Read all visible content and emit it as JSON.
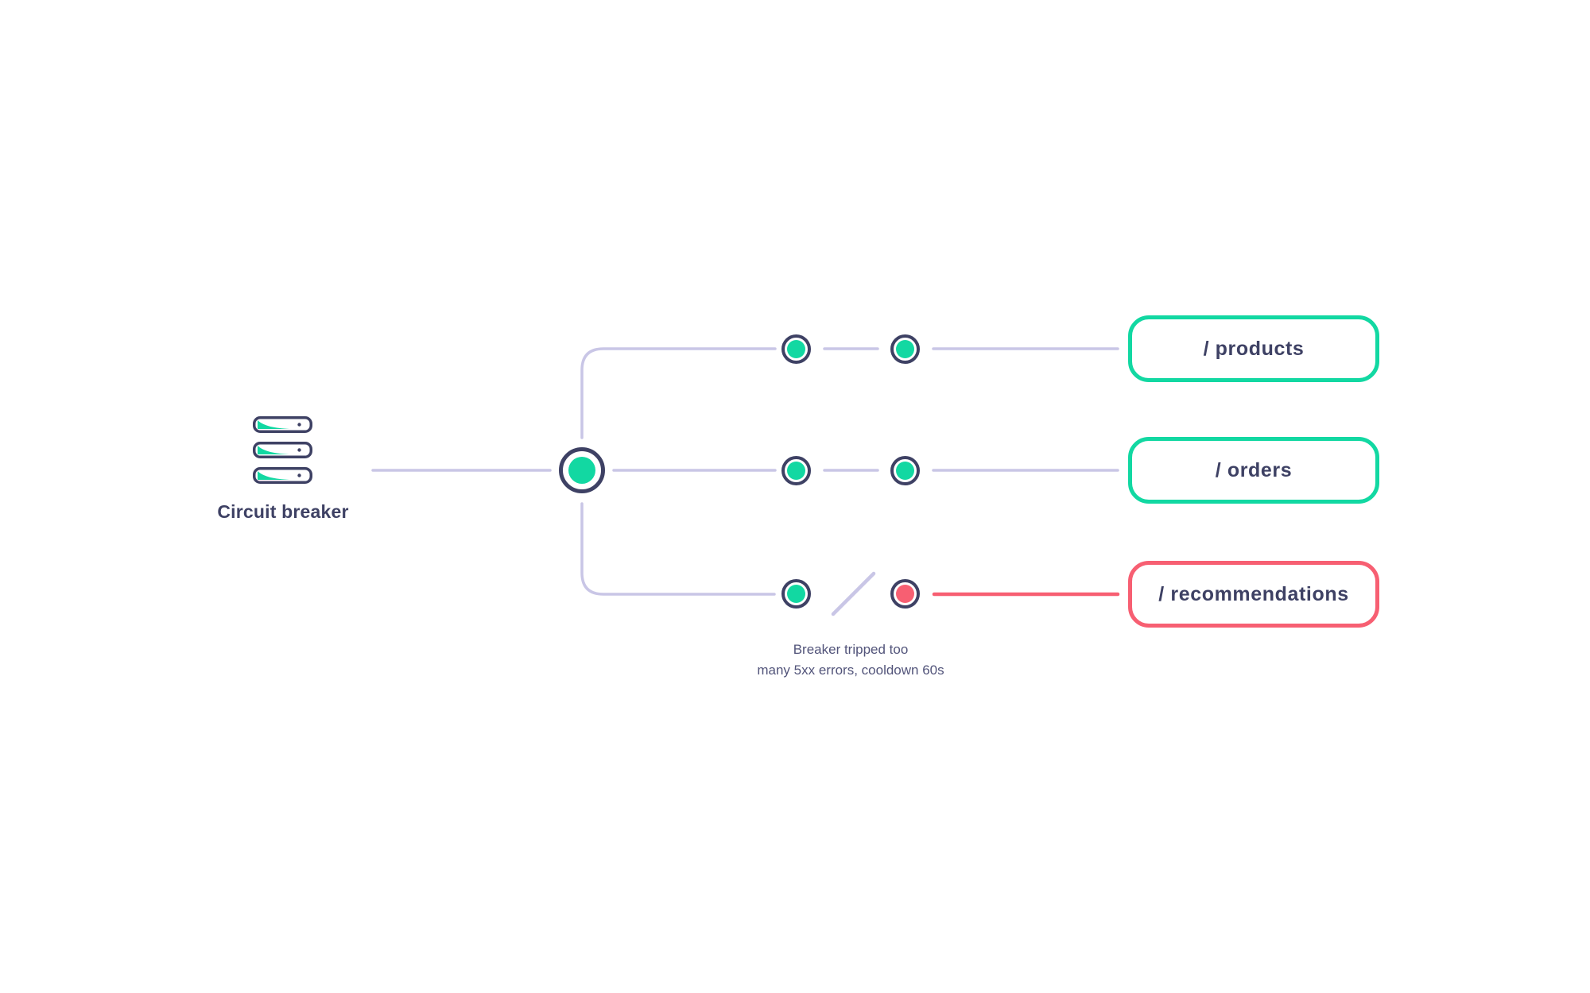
{
  "diagram": {
    "source": {
      "label": "Circuit breaker",
      "icon": "server-stack"
    },
    "hub": {
      "status": "closed"
    },
    "routes": [
      {
        "label": "/ products",
        "status": "closed",
        "checkpoints": [
          "closed",
          "closed"
        ]
      },
      {
        "label": "/ orders",
        "status": "closed",
        "checkpoints": [
          "closed",
          "closed"
        ]
      },
      {
        "label": "/ recommendations",
        "status": "open",
        "checkpoints": [
          "closed",
          "open"
        ],
        "note": {
          "line1": "Breaker tripped too",
          "line2": "many 5xx errors, cooldown 60s"
        }
      }
    ],
    "colors": {
      "healthy": "#12d8a2",
      "tripped": "#f75f72",
      "wire": "#c9c6e6",
      "ink": "#3e4164",
      "note_text": "#52547a",
      "background": "#ffffff"
    }
  }
}
